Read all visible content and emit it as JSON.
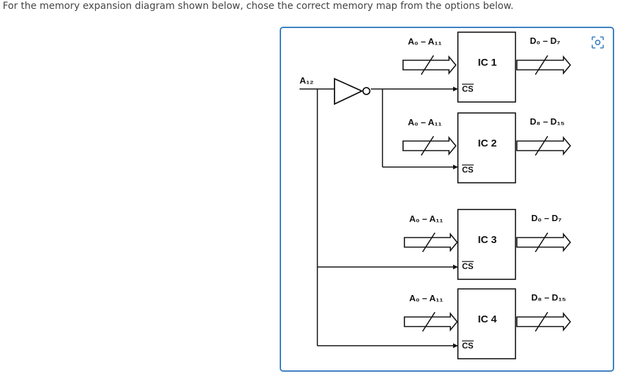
{
  "question": "For the memory expansion diagram shown below, chose the correct memory map from the options below.",
  "icons": {
    "scan": "image-scan-icon"
  },
  "colors": {
    "frame_border": "#3a7fc2",
    "ink": "#111111"
  },
  "diagram": {
    "a12_label": "A₁₂",
    "chips": [
      {
        "name": "IC 1",
        "addr_label": "A₀ – A₁₁",
        "data_label": "D₀ – D₇",
        "cs_label": "CS"
      },
      {
        "name": "IC 2",
        "addr_label": "A₀ – A₁₁",
        "data_label": "D₈ – D₁₅",
        "cs_label": "CS"
      },
      {
        "name": "IC 3",
        "addr_label": "A₀ – A₁₁",
        "data_label": "D₀ – D₇",
        "cs_label": "CS"
      },
      {
        "name": "IC 4",
        "addr_label": "A₀ – A₁₁",
        "data_label": "D₈ – D₁₅",
        "cs_label": "CS"
      }
    ]
  }
}
